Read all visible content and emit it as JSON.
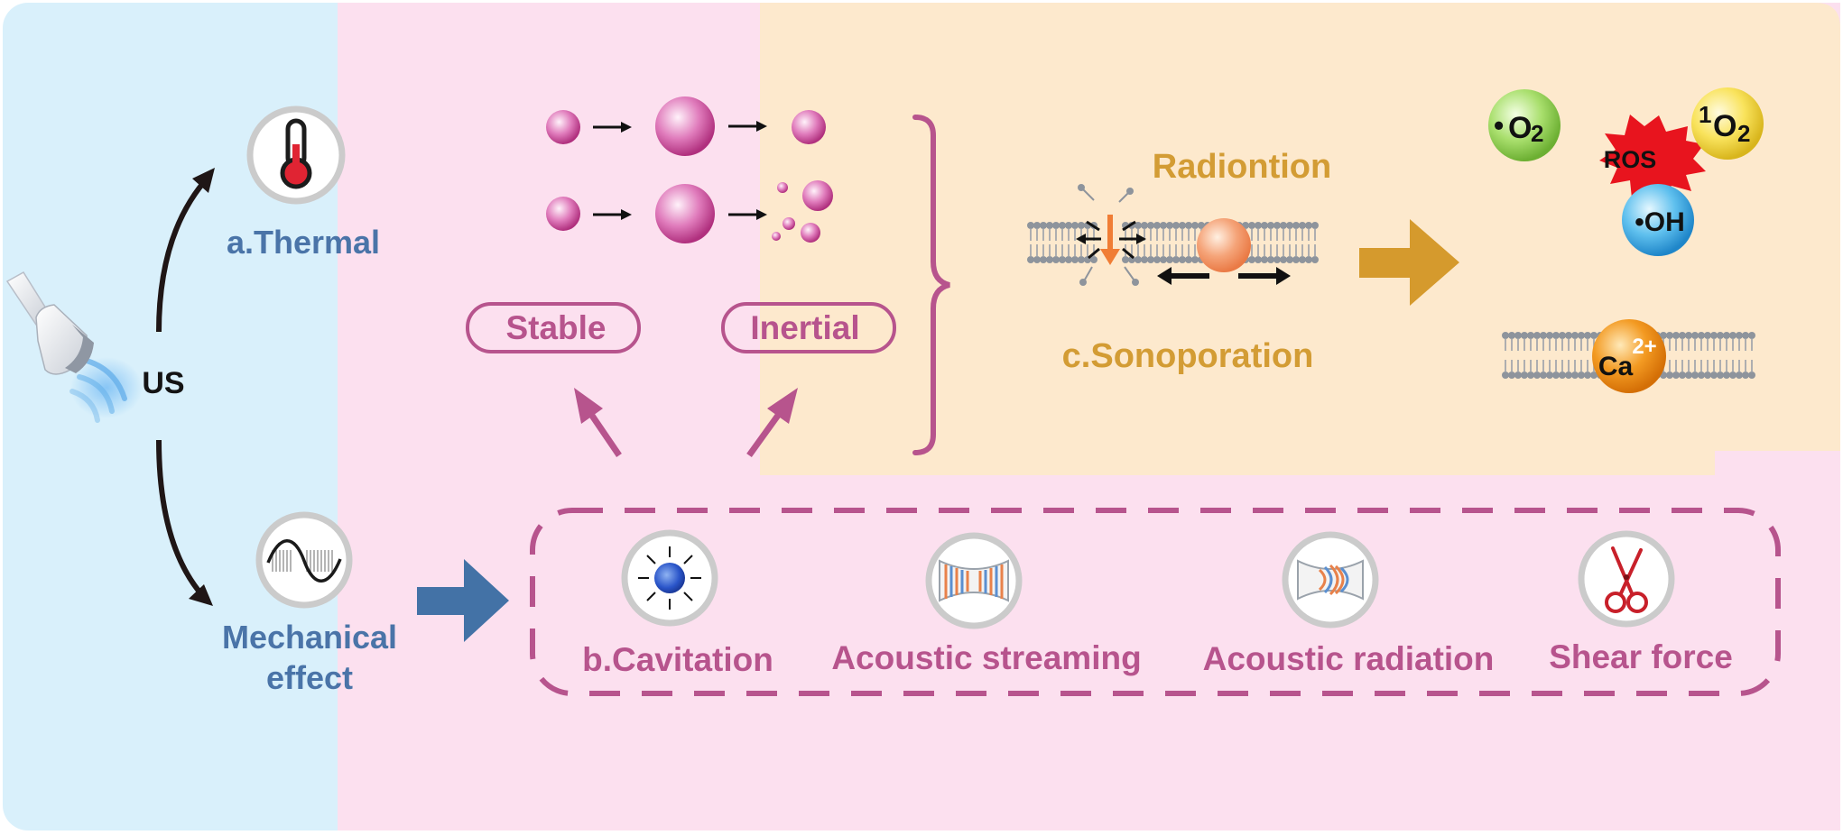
{
  "labels": {
    "us": "US",
    "thermal": "a.Thermal",
    "mechanical_line1": "Mechanical",
    "mechanical_line2": "effect",
    "stable": "Stable",
    "inertial": "Inertial",
    "radiontion": "Radiontion",
    "sonoporation": "c.Sonoporation",
    "cavitation": "b.Cavitation",
    "acoustic_streaming": "Acoustic streaming",
    "acoustic_radiation": "Acoustic radiation",
    "shear_force": "Shear force",
    "ros": "ROS",
    "superoxide_dot": "•",
    "superoxide_o": "O",
    "superoxide_sub": "2",
    "singlet_sup": "1",
    "singlet_o": "O",
    "singlet_sub": "2",
    "hydroxyl": "•OH",
    "calcium": "Ca",
    "calcium_sup": "2+"
  },
  "icons": {
    "probe": "ultrasound-probe-icon",
    "thermometer": "thermometer-icon",
    "wave": "sine-wave-icon",
    "cavitation": "cavitation-bubble-icon",
    "streaming": "acoustic-streaming-icon",
    "radiation": "acoustic-radiation-icon",
    "scissors": "scissors-icon"
  },
  "colors": {
    "panel_blue": "#d9f0fb",
    "panel_pink": "#fce0ef",
    "panel_peach": "#fde9cd",
    "accent_blue": "#4a74a8",
    "accent_pink": "#b7548d",
    "accent_gold": "#d39c34",
    "ros_red": "#e8141e"
  }
}
